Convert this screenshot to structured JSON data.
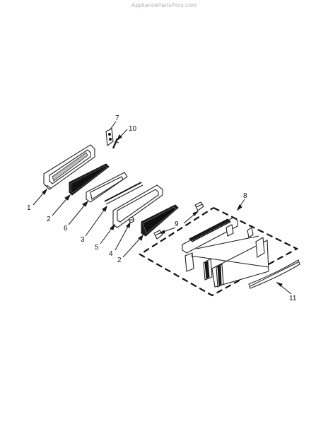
{
  "watermark": "AppliancePartsPros.com",
  "callouts": {
    "c1": "1",
    "c2a": "2",
    "c2b": "2",
    "c3": "3",
    "c4": "4",
    "c5": "5",
    "c6": "6",
    "c7": "7",
    "c8": "8",
    "c9": "9",
    "c10": "10",
    "c11": "11"
  },
  "colors": {
    "line": "#1a1a1a",
    "glass_dark": "#1c1c1c",
    "watermark": "#b0b0b0"
  }
}
